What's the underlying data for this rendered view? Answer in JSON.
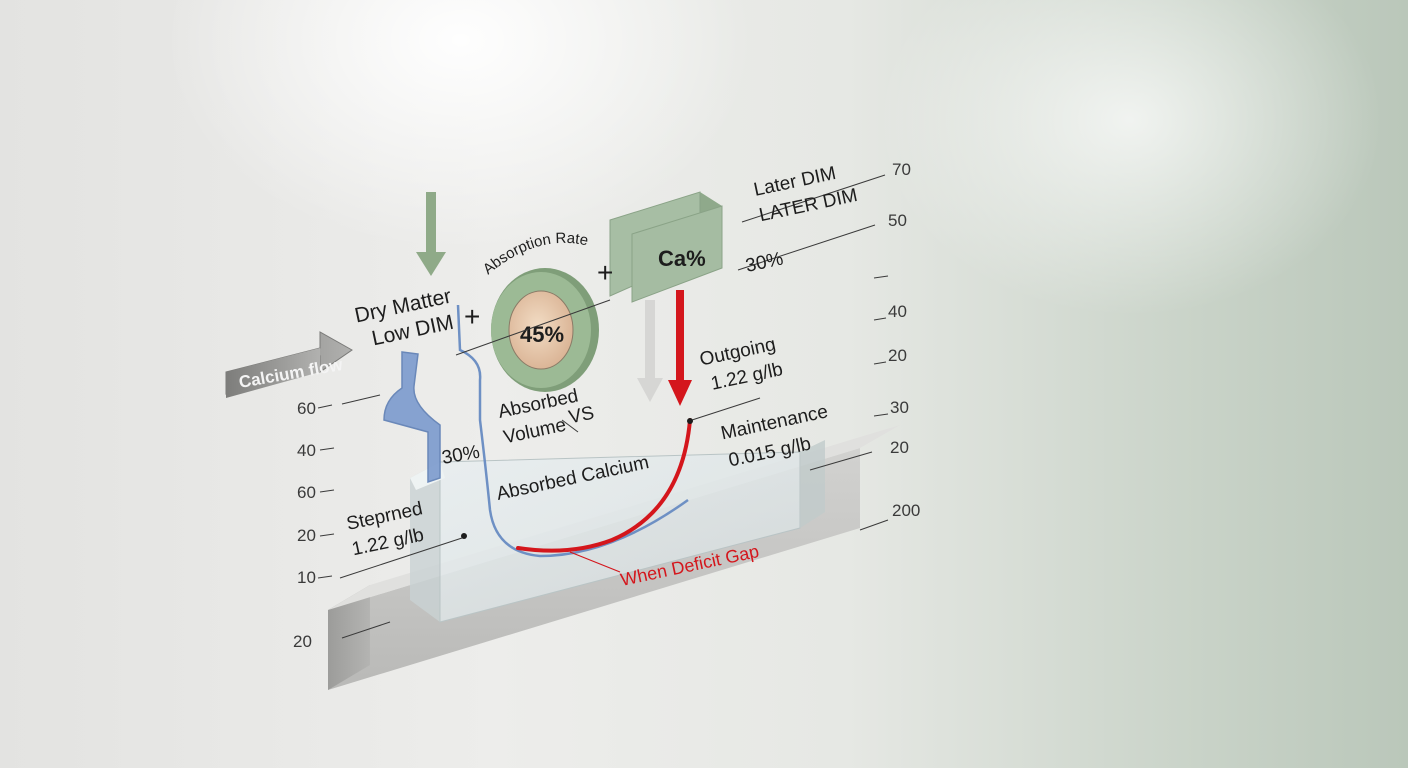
{
  "calcium_flow_label": "Calcium flow",
  "dry_matter": {
    "line1": "Dry Matter",
    "line2": "Low DIM"
  },
  "absorption_rate_label": "Absorption Rate",
  "absorption_ring_value": "45%",
  "plus_left": "+",
  "plus_right": "+",
  "ca_box_label": "Ca%",
  "later_dim": {
    "line1": "Later DIM",
    "line2": "LATER DIM"
  },
  "thirty_pct_top": "30%",
  "thirty_pct_left": "30%",
  "outgoing": {
    "line1": "Outgoing",
    "line2": "1.22 g/lb"
  },
  "absorbed_volume": {
    "line1": "Absorbed",
    "line2": "Volume",
    "vs": "VS"
  },
  "maintenance": {
    "line1": "Maintenance",
    "line2": "0.015 g/lb"
  },
  "absorbed_calcium": "Absorbed Calcium",
  "stepped": {
    "line1": "Steprned",
    "line2": "1.22 g/lb"
  },
  "deficit_gap": "When Deficit Gap",
  "left_ticks": [
    "60",
    "40",
    "60",
    "20",
    "10",
    "20"
  ],
  "right_ticks": [
    "70",
    "50",
    "40",
    "20",
    "30",
    "20",
    "200"
  ],
  "colors": {
    "red_flow": "#d4161c",
    "blue_flow": "#6e90c4",
    "box_green": "#a7bea4",
    "ring_green": "#8aaa84",
    "ring_inner": "#e5c8ad"
  }
}
